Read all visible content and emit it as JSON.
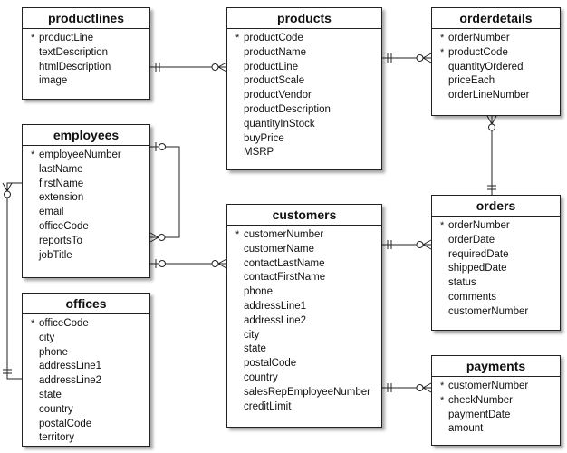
{
  "entities": {
    "productlines": {
      "title": "productlines",
      "fields": [
        {
          "name": "productLine",
          "key": "*"
        },
        {
          "name": "textDescription",
          "key": ""
        },
        {
          "name": "htmlDescription",
          "key": ""
        },
        {
          "name": "image",
          "key": ""
        }
      ]
    },
    "products": {
      "title": "products",
      "fields": [
        {
          "name": "productCode",
          "key": "*"
        },
        {
          "name": "productName",
          "key": ""
        },
        {
          "name": "productLine",
          "key": ""
        },
        {
          "name": "productScale",
          "key": ""
        },
        {
          "name": "productVendor",
          "key": ""
        },
        {
          "name": "productDescription",
          "key": ""
        },
        {
          "name": "quantityInStock",
          "key": ""
        },
        {
          "name": "buyPrice",
          "key": ""
        },
        {
          "name": "MSRP",
          "key": ""
        }
      ]
    },
    "orderdetails": {
      "title": "orderdetails",
      "fields": [
        {
          "name": "orderNumber",
          "key": "*"
        },
        {
          "name": "productCode",
          "key": "*"
        },
        {
          "name": "quantityOrdered",
          "key": ""
        },
        {
          "name": "priceEach",
          "key": ""
        },
        {
          "name": "orderLineNumber",
          "key": ""
        }
      ]
    },
    "employees": {
      "title": "employees",
      "fields": [
        {
          "name": "employeeNumber",
          "key": "*"
        },
        {
          "name": "lastName",
          "key": ""
        },
        {
          "name": "firstName",
          "key": ""
        },
        {
          "name": "extension",
          "key": ""
        },
        {
          "name": "email",
          "key": ""
        },
        {
          "name": "officeCode",
          "key": ""
        },
        {
          "name": "reportsTo",
          "key": ""
        },
        {
          "name": "jobTitle",
          "key": ""
        }
      ]
    },
    "customers": {
      "title": "customers",
      "fields": [
        {
          "name": "customerNumber",
          "key": "*"
        },
        {
          "name": "customerName",
          "key": ""
        },
        {
          "name": "contactLastName",
          "key": ""
        },
        {
          "name": "contactFirstName",
          "key": ""
        },
        {
          "name": "phone",
          "key": ""
        },
        {
          "name": "addressLine1",
          "key": ""
        },
        {
          "name": "addressLine2",
          "key": ""
        },
        {
          "name": "city",
          "key": ""
        },
        {
          "name": "state",
          "key": ""
        },
        {
          "name": "postalCode",
          "key": ""
        },
        {
          "name": "country",
          "key": ""
        },
        {
          "name": "salesRepEmployeeNumber",
          "key": ""
        },
        {
          "name": "creditLimit",
          "key": ""
        }
      ]
    },
    "orders": {
      "title": "orders",
      "fields": [
        {
          "name": "orderNumber",
          "key": "*"
        },
        {
          "name": "orderDate",
          "key": ""
        },
        {
          "name": "requiredDate",
          "key": ""
        },
        {
          "name": "shippedDate",
          "key": ""
        },
        {
          "name": "status",
          "key": ""
        },
        {
          "name": "comments",
          "key": ""
        },
        {
          "name": "customerNumber",
          "key": ""
        }
      ]
    },
    "offices": {
      "title": "offices",
      "fields": [
        {
          "name": "officeCode",
          "key": "*"
        },
        {
          "name": "city",
          "key": ""
        },
        {
          "name": "phone",
          "key": ""
        },
        {
          "name": "addressLine1",
          "key": ""
        },
        {
          "name": "addressLine2",
          "key": ""
        },
        {
          "name": "state",
          "key": ""
        },
        {
          "name": "country",
          "key": ""
        },
        {
          "name": "postalCode",
          "key": ""
        },
        {
          "name": "territory",
          "key": ""
        }
      ]
    },
    "payments": {
      "title": "payments",
      "fields": [
        {
          "name": "customerNumber",
          "key": "*"
        },
        {
          "name": "checkNumber",
          "key": "*"
        },
        {
          "name": "paymentDate",
          "key": ""
        },
        {
          "name": "amount",
          "key": ""
        }
      ]
    }
  },
  "relationships": [
    {
      "from": "productlines",
      "to": "products",
      "from_end": "one-mandatory",
      "to_end": "zero-or-many"
    },
    {
      "from": "products",
      "to": "orderdetails",
      "from_end": "one-mandatory",
      "to_end": "zero-or-many"
    },
    {
      "from": "orders",
      "to": "orderdetails",
      "from_end": "one-mandatory",
      "to_end": "zero-or-many"
    },
    {
      "from": "employees",
      "to": "employees",
      "from_end": "zero-or-one",
      "to_end": "zero-or-many"
    },
    {
      "from": "employees",
      "to": "customers",
      "from_end": "zero-or-one",
      "to_end": "zero-or-many"
    },
    {
      "from": "customers",
      "to": "orders",
      "from_end": "one-mandatory",
      "to_end": "zero-or-many"
    },
    {
      "from": "customers",
      "to": "payments",
      "from_end": "one-mandatory",
      "to_end": "zero-or-many"
    },
    {
      "from": "offices",
      "to": "employees",
      "from_end": "one-mandatory",
      "to_end": "zero-or-many"
    }
  ],
  "colors": {
    "line": "#222222",
    "box_border": "#222222",
    "background": "#ffffff"
  }
}
